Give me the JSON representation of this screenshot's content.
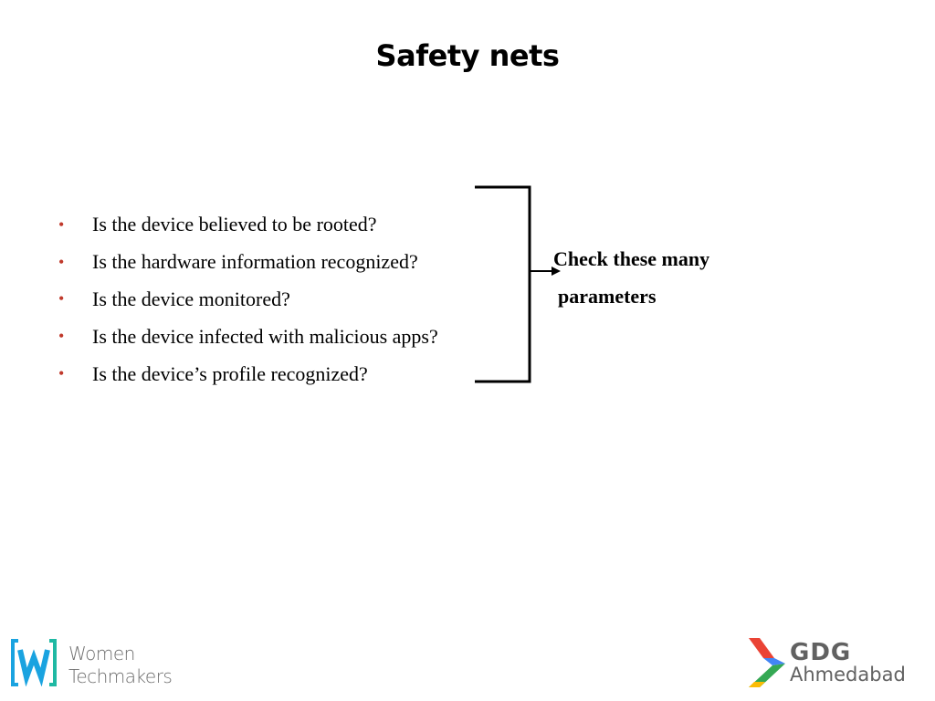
{
  "slide": {
    "title": "Safety nets",
    "bullets": [
      "Is the device believed to be rooted?",
      "Is the hardware information recognized?",
      "Is the device monitored?",
      "Is the device infected with malicious apps?",
      "Is the device’s profile recognized?"
    ],
    "bullet_glyph": "•",
    "callout_line1": "Check these many",
    "callout_line2": "parameters"
  },
  "footer": {
    "left_logo_line1": "Women",
    "left_logo_line2": "Techmakers",
    "right_logo_title": "GDG",
    "right_logo_subtitle": "Ahmedabad"
  },
  "colors": {
    "bullet": "#c0392b",
    "wtm_blue": "#1aa3e0",
    "wtm_green": "#1fb9a3",
    "gdg_red": "#ea4335",
    "gdg_blue": "#4285f4",
    "gdg_green": "#34a853",
    "gdg_yellow": "#fbbc05"
  }
}
